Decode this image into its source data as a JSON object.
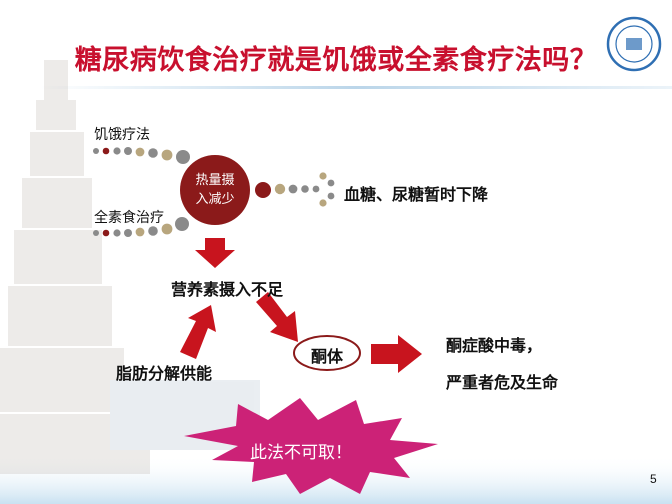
{
  "title": "糖尿病饮食治疗就是饥饿或全素食疗法吗？",
  "labels": {
    "starvation": "饥饿疗法",
    "vegetarian": "全素食治疗",
    "center_line1": "热量摄",
    "center_line2": "入减少",
    "result": "血糖、尿糖暂时下降",
    "nutrition": "营养素摄入不足",
    "fat": "脂肪分解供能",
    "ketone": "酮体",
    "outcome_line1": "酮症酸中毒，",
    "outcome_line2": "严重者危及生命",
    "warning": "此法不可取！"
  },
  "page_number": "5",
  "colors": {
    "title": "#c8102e",
    "node_dark": "#8b1a1a",
    "arrow_red": "#c8141e",
    "burst": "#cc2277",
    "dot_gray": "#8a8a8a",
    "dot_tan": "#b8a67e"
  }
}
